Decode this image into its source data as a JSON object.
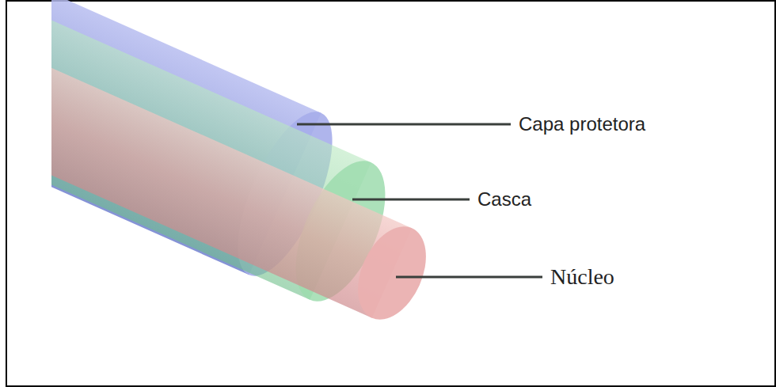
{
  "diagram": {
    "labels": [
      "Capa protetora",
      "Casca",
      "Núcleo"
    ]
  }
}
